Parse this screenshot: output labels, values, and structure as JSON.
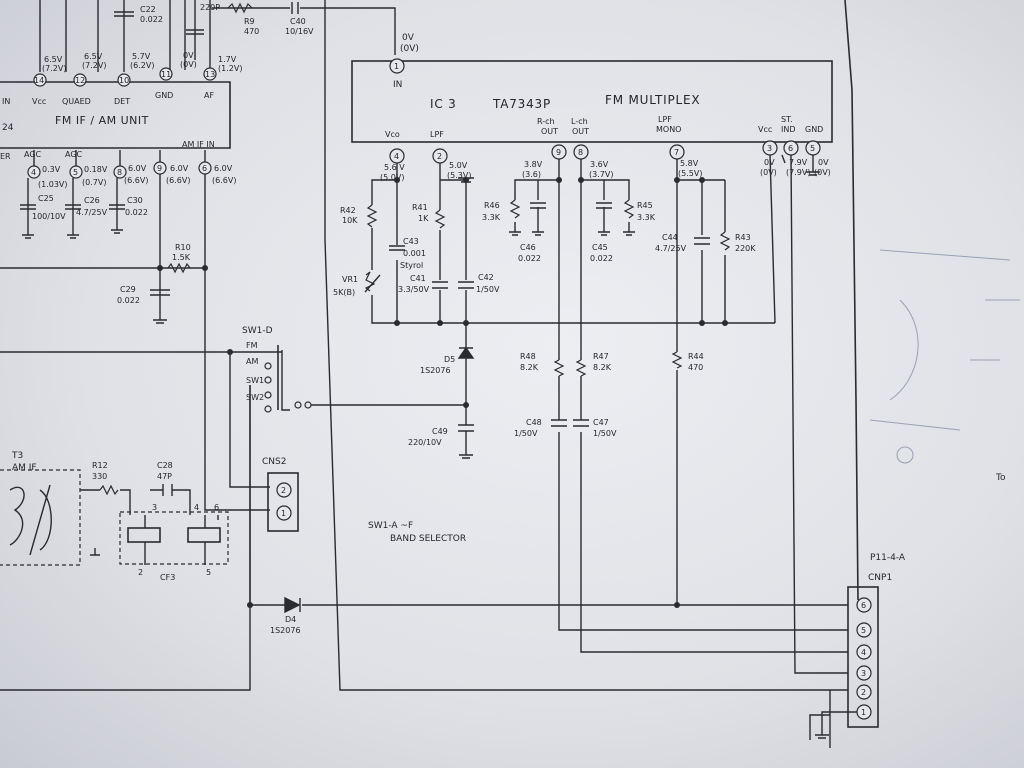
{
  "ic3": {
    "title": "IC 3",
    "part": "TA7343P",
    "function": "FM  MULTIPLEX",
    "pin_in_label": "IN",
    "pin_in_num": "1",
    "pin_in_v1": "0V",
    "pin_in_v2": "(0V)",
    "pins": [
      {
        "num": "4",
        "label": "Vco",
        "v1": "5.6 V",
        "v2": "(5.0V)"
      },
      {
        "num": "2",
        "label": "LPF",
        "v1": "5.0V",
        "v2": "(5.3V)"
      },
      {
        "num": "9",
        "label1": "R-ch",
        "label2": "OUT",
        "v1": "3.8V",
        "v2": "(3.6)"
      },
      {
        "num": "8",
        "label1": "L-ch",
        "label2": "OUT",
        "v1": "3.6V",
        "v2": "(3.7V)"
      },
      {
        "num": "7",
        "label1": "LPF",
        "label2": "MONO",
        "v1": "5.8V",
        "v2": "(5.5V)"
      },
      {
        "num": "3",
        "label": "Vcc",
        "v1": "0V",
        "v2": "(0V)"
      },
      {
        "num": "6",
        "label1": "ST.",
        "label2": "IND",
        "v1": "7.9V",
        "v2": "(7.9V)"
      },
      {
        "num": "5",
        "label": "GND",
        "v1": "0V",
        "v2": "(0V)"
      }
    ]
  },
  "fm_unit": {
    "title": "FM IF / AM  UNIT",
    "partial": "24",
    "top_pins": [
      {
        "num": "14",
        "label": "Vcc",
        "v1": "6.5V",
        "v2": "(7.2V)"
      },
      {
        "num": "12",
        "label": "QUAED",
        "v1": "6.5V",
        "v2": "(7.2V)"
      },
      {
        "num": "10",
        "label": "DET",
        "v1": "5.7V",
        "v2": "(6.2V)"
      },
      {
        "num": "11",
        "label": "GND",
        "v1": "0V",
        "v2": "(0V)"
      },
      {
        "num": "13",
        "label": "AF",
        "v1": "1.7V",
        "v2": "(1.2V)"
      }
    ],
    "bottom_pins": [
      {
        "num": "4",
        "label": "AGC",
        "v1": "0.3V",
        "v2": "(1.03V)"
      },
      {
        "num": "5",
        "label": "AGC",
        "v1": "0.18V",
        "v2": "(0.7V)"
      },
      {
        "num": "8",
        "label": "",
        "v1": "6.0V",
        "v2": "(6.6V)"
      },
      {
        "num": "9",
        "label": "",
        "v1": "6.0V",
        "v2": "(6.6V)"
      },
      {
        "num": "6",
        "label": "AM IF IN",
        "v1": "6.0V",
        "v2": "(6.6V)"
      }
    ],
    "in_label": "IN",
    "er_label": "ER"
  },
  "components": {
    "c22": "C22",
    "c22v": "0.022",
    "r9": "R9",
    "r9v": "470",
    "c40": "C40",
    "c40v": "10/16V",
    "c220p": "220P",
    "r42": "R42",
    "r42v": "10K",
    "r41": "R41",
    "r41v": "1K",
    "c43": "C43",
    "c43v": "0.001",
    "c43t": "Styrol",
    "vr1": "VR1",
    "vr1v": "5K(B)",
    "c41": "C41",
    "c41v": "3.3/50V",
    "c42": "C42",
    "c42v": "1/50V",
    "r46": "R46",
    "r46v": "3.3K",
    "c46": "C46",
    "c46v": "0.022",
    "c45": "C45",
    "c45v": "0.022",
    "r45": "R45",
    "r45v": "3.3K",
    "c44": "C44",
    "c44v": "4.7/25V",
    "r43": "R43",
    "r43v": "220K",
    "d5": "D5",
    "d5v": "1S2076",
    "c49": "C49",
    "c49v": "220/10V",
    "r48": "R48",
    "r48v": "8.2K",
    "r47": "R47",
    "r47v": "8.2K",
    "r44": "R44",
    "r44v": "470",
    "c48": "C48",
    "c48v": "1/50V",
    "c47": "C47",
    "c47v": "1/50V",
    "c25": "C25",
    "c25v": "100/10V",
    "c26": "C26",
    "c26v": "4.7/25V",
    "c30": "C30",
    "c30v": "0.022",
    "r10": "R10",
    "r10v": "1.5K",
    "c29": "C29",
    "c29v": "0.022",
    "t3": "T3",
    "t3v": "AM IF",
    "r12": "R12",
    "r12v": "330",
    "c28": "C28",
    "c28v": "47P",
    "cf3": "CF3",
    "d4": "D4",
    "d4v": "1S2076"
  },
  "switch": {
    "title": "SW1-D",
    "positions": [
      "FM",
      "AM",
      "SW1",
      "SW2"
    ],
    "selector1": "SW1-A ~F",
    "selector2": "BAND SELECTOR"
  },
  "cns2": {
    "title": "CNS2",
    "pins": [
      "2",
      "1"
    ]
  },
  "cnp1": {
    "title1": "P11-4-A",
    "title2": "CNP1",
    "pins": [
      "6",
      "5",
      "4",
      "3",
      "2",
      "1"
    ]
  },
  "cf3_pins": [
    "3",
    "4",
    "6",
    "2",
    "5"
  ],
  "right_edge": "To"
}
